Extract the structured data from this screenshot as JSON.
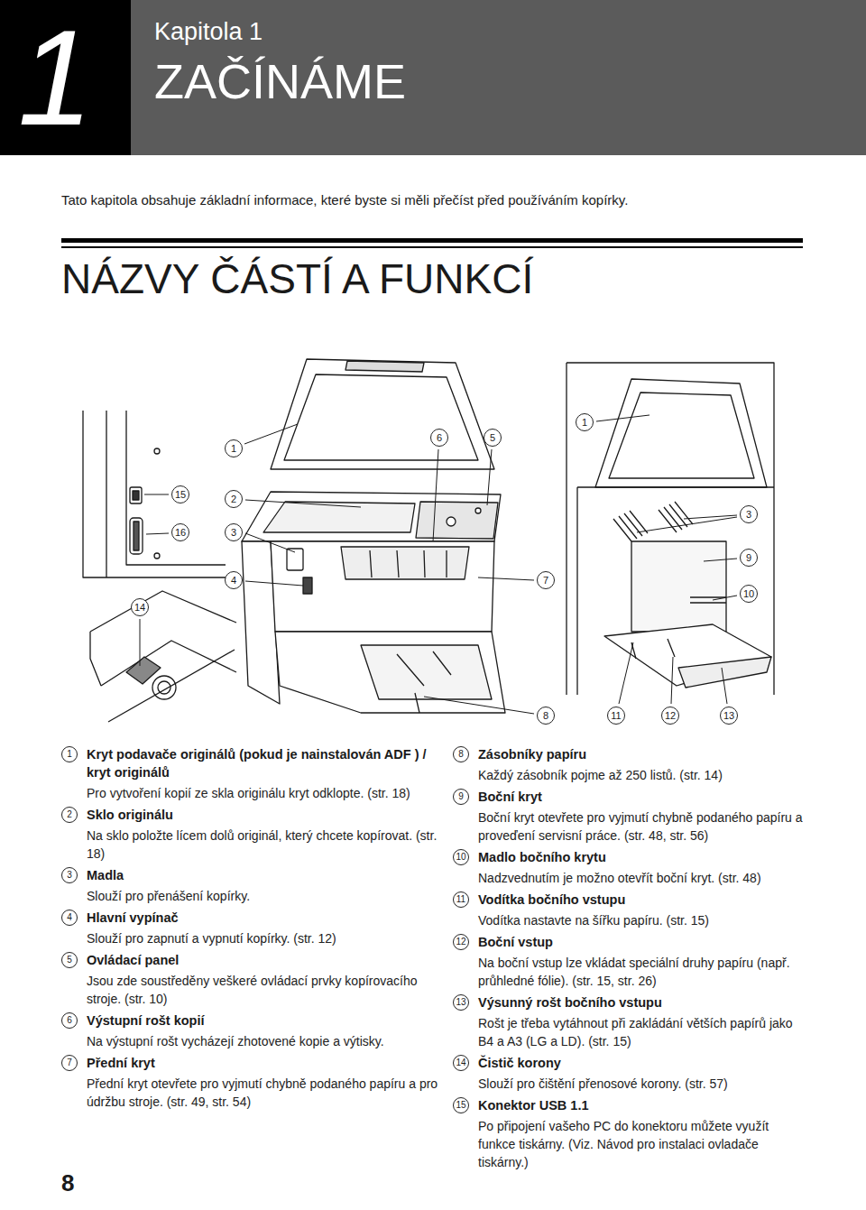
{
  "diagram": {
    "title": "NÁZVY ČÁSTÍ A FUNKCÍ",
    "nodes": [
      {
        "text": [
          "1"
        ]
      },
      {
        "text": [
          "Kapitola 1",
          "ZAČÍNÁME"
        ]
      }
    ],
    "labels": [
      "Tato kapitola obsahuje základní informace, které byste si měli přečíst před používáním kopírky.",
      "1",
      "6",
      "5",
      "1",
      "15",
      "2",
      "3",
      "16",
      "3",
      "9",
      "4",
      "7",
      "10",
      "14",
      "8",
      "11",
      "12",
      "13",
      "1",
      "Kryt podavače originálů (pokud je nainstalován ADF ) / kryt originálů",
      "Pro vytvoření kopií ze skla originálu kryt odklopte. (str. 18)",
      "2",
      "Sklo originálu",
      "Na sklo položte lícem dolů originál, který chcete kopírovat. (str. 18)",
      "3",
      "Madla",
      "Slouží pro přenášení kopírky.",
      "4",
      "Hlavní vypínač",
      "Slouží pro zapnutí a vypnutí kopírky. (str. 12)",
      "5",
      "Ovládací panel",
      "Jsou zde soustředěny veškeré ovládací prvky kopírovacího stroje. (str. 10)",
      "6",
      "Výstupní rošt kopií",
      "Na výstupní rošt vycházejí zhotovené kopie a výtisky.",
      "7",
      "Přední kryt",
      "Přední kryt otevřete pro vyjmutí chybně podaného papíru a pro údržbu stroje. (str. 49, str. 54)",
      "8",
      "Zásobníky papíru",
      "Každý zásobník pojme až 250 listů. (str. 14)",
      "9",
      "Boční kryt",
      "Boční kryt otevřete pro vyjmutí chybně podaného papíru a proveďení servisní práce. (str. 48, str. 56)",
      "10",
      "Madlo bočního krytu",
      "Nadzvednutím je možno otevřít boční kryt. (str. 48)",
      "11",
      "Vodítka bočního vstupu",
      "Vodítka nastavte na šířku papíru. (str. 15)",
      "12",
      "Boční vstup",
      "Na boční vstup lze vkládat speciální druhy papíru (např. průhledné fólie). (str. 15, str. 26)",
      "13",
      "Výsunný rošt bočního vstupu",
      "Rošt je třeba vytáhnout při zakládání větších papírů jako B4 a A3 (LG a LD). (str. 15)",
      "14",
      "Čistič korony",
      "Slouží pro čištění přenosové korony. (str. 57)",
      "15",
      "Konektor USB 1.1",
      "Po připojení vašeho PC do konektoru můžete využít funkce tiskárny. (Viz. Návod pro instalaci ovladače tiskárny.)",
      "8"
    ]
  }
}
